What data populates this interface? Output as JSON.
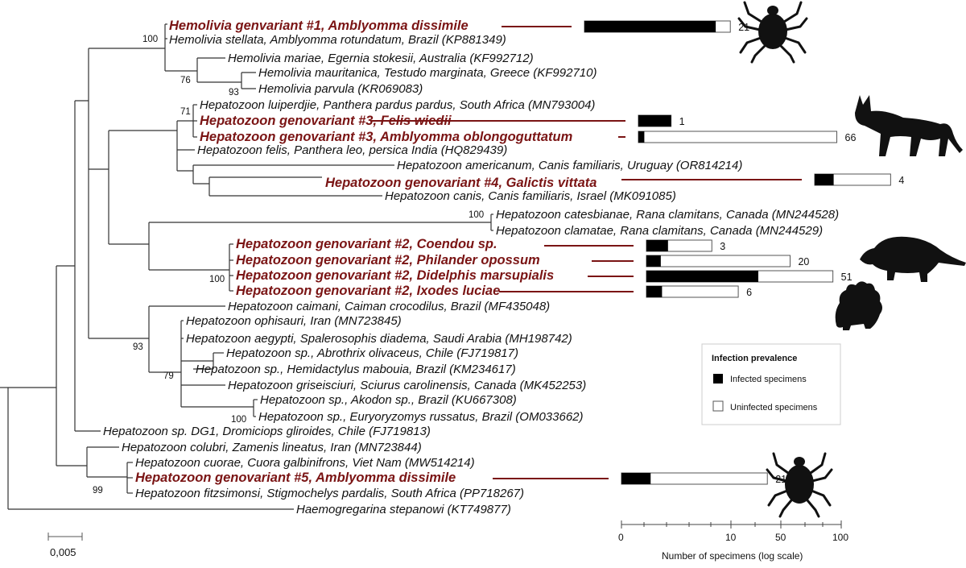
{
  "tree": {
    "taxa": [
      {
        "id": "t1",
        "label": "Hemolivia genvariant #1, Amblyomma dissimile",
        "highlight": true
      },
      {
        "id": "t2",
        "label": "Hemolivia stellata, Amblyomma rotundatum, Brazil (KP881349)",
        "highlight": false
      },
      {
        "id": "t3",
        "label": "Hemolivia mariae, Egernia stokesii, Australia (KF992712)",
        "highlight": false
      },
      {
        "id": "t4",
        "label": "Hemolivia mauritanica, Testudo marginata, Greece (KF992710)",
        "highlight": false
      },
      {
        "id": "t5",
        "label": "Hemolivia parvula (KR069083)",
        "highlight": false
      },
      {
        "id": "t6",
        "label": "Hepatozoon luiperdjie, Panthera pardus pardus, South Africa (MN793004)",
        "highlight": false
      },
      {
        "id": "t7",
        "label": "Hepatozoon genovariant #3, Felis wiedii",
        "highlight": true
      },
      {
        "id": "t8",
        "label": "Hepatozoon genovariant #3, Amblyomma oblongoguttatum",
        "highlight": true
      },
      {
        "id": "t9",
        "label": "Hepatozoon felis, Panthera leo, persica India (HQ829439)",
        "highlight": false
      },
      {
        "id": "t10",
        "label": "Hepatozoon americanum, Canis familiaris, Uruguay (OR814214)",
        "highlight": false
      },
      {
        "id": "t11",
        "label": "Hepatozoon genovariant #4, Galictis vittata",
        "highlight": true
      },
      {
        "id": "t12",
        "label": "Hepatozoon canis, Canis familiaris, Israel (MK091085)",
        "highlight": false
      },
      {
        "id": "t13",
        "label": "Hepatozoon catesbianae, Rana clamitans, Canada (MN244528)",
        "highlight": false
      },
      {
        "id": "t14",
        "label": "Hepatozoon clamatae, Rana clamitans, Canada (MN244529)",
        "highlight": false
      },
      {
        "id": "t15",
        "label": "Hepatozoon genovariant #2, Coendou sp.",
        "highlight": true
      },
      {
        "id": "t16",
        "label": "Hepatozoon genovariant #2, Philander opossum",
        "highlight": true
      },
      {
        "id": "t17",
        "label": "Hepatozoon genovariant #2, Didelphis marsupialis",
        "highlight": true
      },
      {
        "id": "t18",
        "label": "Hepatozoon genovariant #2, Ixodes luciae",
        "highlight": true
      },
      {
        "id": "t19",
        "label": "Hepatozoon caimani, Caiman crocodilus, Brazil (MF435048)",
        "highlight": false
      },
      {
        "id": "t20",
        "label": "Hepatozoon ophisauri, Iran (MN723845)",
        "highlight": false
      },
      {
        "id": "t21",
        "label": "Hepatozoon aegypti, Spalerosophis diadema, Saudi Arabia (MH198742)",
        "highlight": false
      },
      {
        "id": "t22",
        "label": "Hepatozoon sp., Abrothrix olivaceus, Chile (FJ719817)",
        "highlight": false
      },
      {
        "id": "t23",
        "label": "Hepatozoon sp., Hemidactylus mabouia, Brazil (KM234617)",
        "highlight": false
      },
      {
        "id": "t24",
        "label": "Hepatozoon griseisciuri, Sciurus carolinensis, Canada (MK452253)",
        "highlight": false
      },
      {
        "id": "t25",
        "label": "Hepatozoon sp., Akodon sp., Brazil (KU667308)",
        "highlight": false
      },
      {
        "id": "t26",
        "label": "Hepatozoon sp., Euryoryzomys russatus, Brazil (OM033662)",
        "highlight": false
      },
      {
        "id": "t27",
        "label": "Hepatozoon sp. DG1, Dromiciops gliroides, Chile (FJ719813)",
        "highlight": false
      },
      {
        "id": "t28",
        "label": "Hepatozoon colubri, Zamenis lineatus, Iran (MN723844)",
        "highlight": false
      },
      {
        "id": "t29",
        "label": "Hepatozoon cuorae, Cuora galbinifrons, Viet Nam (MW514214)",
        "highlight": false
      },
      {
        "id": "t30",
        "label": "Hepatozoon genovariant #5, Amblyomma dissimile",
        "highlight": true
      },
      {
        "id": "t31",
        "label": "Hepatozoon fitzsimonsi, Stigmochelys pardalis, South Africa (PP718267)",
        "highlight": false
      },
      {
        "id": "t32",
        "label": "Haemogregarina stepanowi (KT749877)",
        "highlight": false
      }
    ],
    "bootstrap": [
      "100",
      "76",
      "93",
      "71",
      "100",
      "100",
      "93",
      "79",
      "100",
      "99"
    ],
    "scale_label": "0,005"
  },
  "prevalence": {
    "title": "Infection prevalence",
    "infected_label": "Infected specimens",
    "uninfected_label": "Uninfected specimens",
    "axis_label": "Number of specimens (log scale)",
    "axis_ticks": [
      "0",
      "10",
      "50",
      "100"
    ],
    "colors": {
      "infected": "#000000",
      "uninfected": "#ffffff",
      "highlight": "#7a1414"
    },
    "rows": [
      {
        "taxon": "t1",
        "total": "21",
        "infected_fraction": 0.9
      },
      {
        "taxon": "t7",
        "total": "1",
        "infected_fraction": 1.0
      },
      {
        "taxon": "t8",
        "total": "66",
        "infected_fraction": 0.03
      },
      {
        "taxon": "t11",
        "total": "4",
        "infected_fraction": 0.25
      },
      {
        "taxon": "t15",
        "total": "3",
        "infected_fraction": 0.33
      },
      {
        "taxon": "t16",
        "total": "20",
        "infected_fraction": 0.1
      },
      {
        "taxon": "t17",
        "total": "51",
        "infected_fraction": 0.6
      },
      {
        "taxon": "t18",
        "total": "6",
        "infected_fraction": 0.17
      },
      {
        "taxon": "t30",
        "total": "21",
        "infected_fraction": 0.2
      }
    ]
  },
  "silhouettes": [
    "tick-icon",
    "cat-icon",
    "opossum-icon",
    "porcupine-icon",
    "tick-icon"
  ]
}
